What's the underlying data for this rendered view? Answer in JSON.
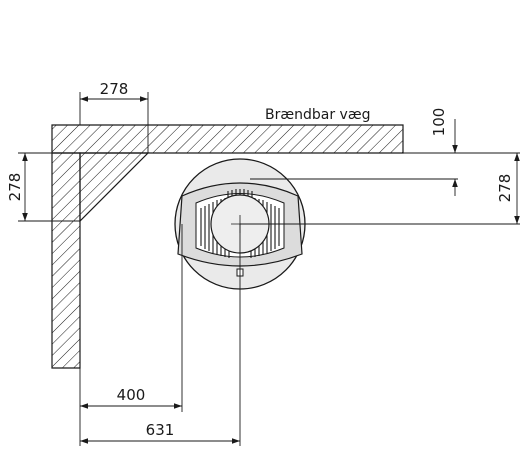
{
  "wall_label": "Brændbar væg",
  "dimensions": {
    "top_width": "278",
    "left_height": "278",
    "wall_offset": "100",
    "right_height": "278",
    "front_400": "400",
    "front_631": "631"
  },
  "colors": {
    "line": "#1a1a1a",
    "stove_fill": "#eaeaea",
    "background": "#ffffff"
  }
}
